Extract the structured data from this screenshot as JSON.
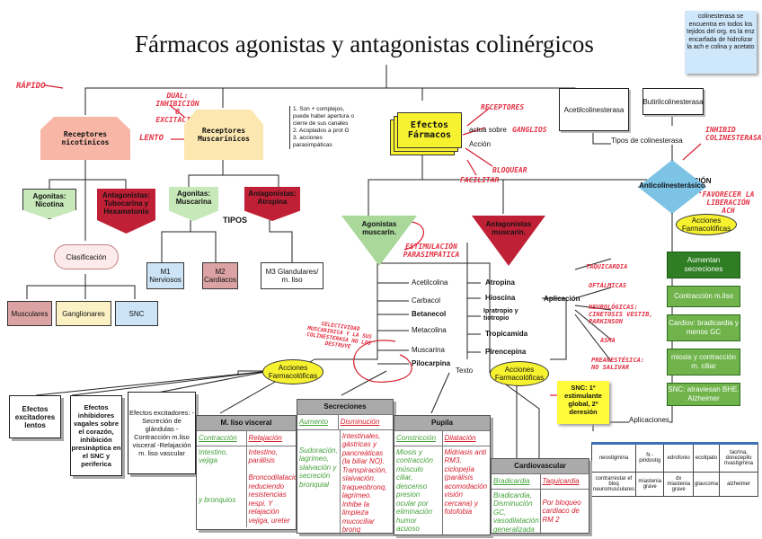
{
  "title": "Fármacos agonistas y antagonistas colinérgicos",
  "note": "colinesterasa se encuentra en todos los tejidos del org. es la enz encarfada de hidrolizar la ach e colina y acetato",
  "rapido": "RÁPIDO",
  "lento": "LENTO",
  "dual": "DUAL: INHIBICIÓN O EXCITACIÓN",
  "nicotinicos": "Receptores nicotínicos",
  "muscarinicos": "Receptores Muscarínicos",
  "muscarinicos_note": "1. Son + complejos, puede haber apertura o cierre de sus canales\n2. Acoplados a prot G\n3. acciones parasimpáticas",
  "ag_nicotina": "Agonitas: Nicotina",
  "antag_nic": "Antagonistas: Tubocarina y Hexametonio",
  "ag_musc": "Agonitas: Muscarina",
  "antag_musc": "Antagonistas: Atropina",
  "clasificacion": "Clasificación",
  "musculares": "Musculares",
  "ganglionares": "Ganglionares",
  "snc": "SNC",
  "tipos": "TIPOS",
  "m1": "M1 Nerviosos",
  "m2": "M2 Cardiacos",
  "m3": "M3 Glandulares/ m. liso",
  "efectos_farmacos": "Efectos Fármacos",
  "actua_sobre": "actua sobre",
  "receptores": "RECEPTORES",
  "ganglios": "GANGLIOS",
  "accion": "Acción",
  "bloquear": "BLOQUEAR",
  "facilitar": "FACILITAR",
  "acetilcol": "Acetilcolinesterasa",
  "butiril": "Butirilcolinesterasa",
  "tipos_col": "Tipos de colinesterasa",
  "inhibid": "INHIBID COLINESTERASA",
  "accion2": "ACCIÓN",
  "favorecer": "FAVORECER LA LIBERACIÓN ACH",
  "anticol": "Anticolinesterásico",
  "acciones_farm": "Acciones Farmacolóficas",
  "aumentan": "Aumentan secreciones",
  "contraccion": "Contracción m.liso",
  "cardiov_text": "Cardiov: bradicardia y menos GC",
  "miosis": "miosis y contracción m. ciliar",
  "snc_text": "SNC: atraviesan BHE. Alzheimer",
  "aplicaciones": "Aplicaciones",
  "table_head": [
    "neostigmina",
    "N -piridostig",
    "edrofonio",
    "ecotipato",
    "tacrina, donezepilo rivastigmina"
  ],
  "table_row": [
    "contrarrestar ef bloq neuromusculares",
    "miastenia grave",
    "dx miastenia grave",
    "glaucoma",
    "alzheimer"
  ],
  "agonistas_musc": "Agonistas muscarín.",
  "estimulacion": "ESTIMULACIÓN PARASIMPÁTICA",
  "agonist_list": [
    "Acetilcolina",
    "Carbacol",
    "Betanecol",
    "Metacolina",
    "Muscarina",
    "Pilocarpina"
  ],
  "selectividad": "SELECTIVIDAD MUSCARINICA Y LA SUS COLINESTERASA NO LOS DESTRUYE",
  "antagonistas_musc": "Antagonistas muscarín.",
  "antag_list": [
    "Atropina",
    "Hioscina",
    "Ipratropio y tiotropio",
    "Tropicamida",
    "Pirencepina"
  ],
  "aplicacion": "Aplicación",
  "aplic_items": [
    "TAQUICARDIA",
    "OFTÁLMICAS",
    "NEUROLÓGICAS: CINETOSIS VESTIB, PARKINSON",
    "ASMA",
    "PREANESTÉSICA: NO SALIVAR"
  ],
  "snc_note": "SNC: 1º estimulante global, 2º deresión",
  "texto": "Texto",
  "efectos_exc_lentos": "Efectos excitadores lentos",
  "efectos_inhib": "Efectos inhibidores vagales sobre el corazón, inhibición presináptica en el SNC y periferica",
  "efectos_exc": "Efectos excitadores: -Secreción de glándulas -Contracción m.liso visceral -Relajación m. liso vascular",
  "m_liso_title": "M. liso visceral",
  "contraccion_h": "Contracción",
  "relajacion_h": "Relajación",
  "mliso_c": "Intestino, vejiga",
  "mliso_c2": "y bronquios",
  "mliso_r": "Intestino, parálisis\n\nBroncodilatació reduciendo resistencias respi. Y relajación vejiga, ureter",
  "secreciones_title": "Secreciones",
  "aumento_h": "Aumento",
  "disminucion_h": "Disminución",
  "sec_a": "Sudoración, lagrimeo, slaivación y secreción bronquial",
  "sec_d": "Intestinales, gástricas y pancreáticas (la biliar NO). Transpiración, slaivación, traqueobronq, lagrimeo. Inhibe la limpieza mucociliar bronq",
  "pupila_title": "Pupila",
  "constriccion_h": "Constricción",
  "dilatacion_h": "Dilatación",
  "pup_c": "Miosis y contracción músculo ciliar, descenso presion ocular por eliminación humor acuoso",
  "pup_d": "Midriasis anti RM3, ciclopejía (parálisis acomodación visión cercana) y fotofobia",
  "cardio_title": "Cardiovascular",
  "bradicardia_h": "Bradicardia",
  "taquicardia_h": "Taquicardia",
  "card_b": "Bradicardia, Disminución GC, vasodilatación generalizada",
  "card_t": "Por bloqueo cardiaco de RM 2"
}
